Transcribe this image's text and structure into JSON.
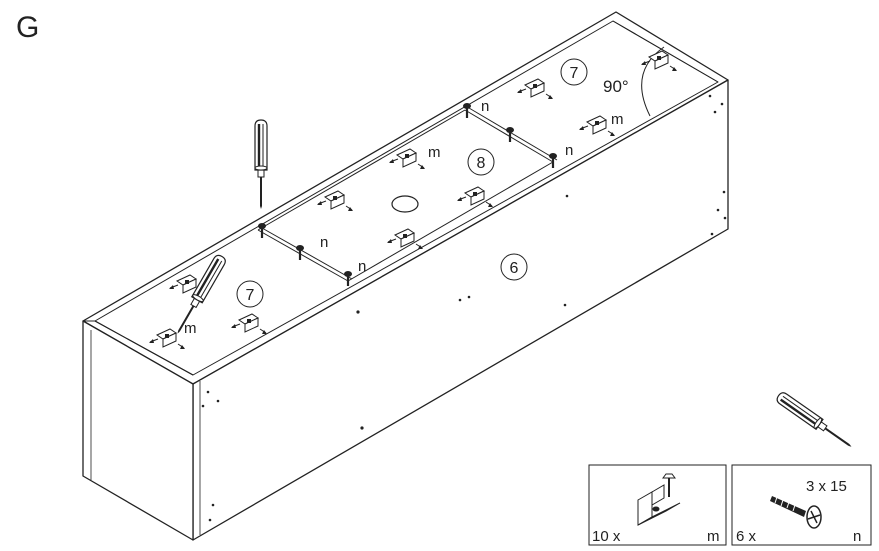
{
  "step_label": "G",
  "panels": {
    "left_side": "7",
    "middle_divider": "8",
    "right_side": "7",
    "front": "6"
  },
  "angle": "90°",
  "fastener_letters": {
    "m": "m",
    "n": "n"
  },
  "parts": {
    "bracket": {
      "count": "10 x",
      "letter": "m"
    },
    "screw": {
      "count": "6 x",
      "letter": "n",
      "size": "3 x 15"
    }
  },
  "colors": {
    "line": "#222222",
    "background": "#ffffff"
  },
  "icons": [
    "screwdriver-icon",
    "bracket-icon",
    "screw-icon"
  ]
}
